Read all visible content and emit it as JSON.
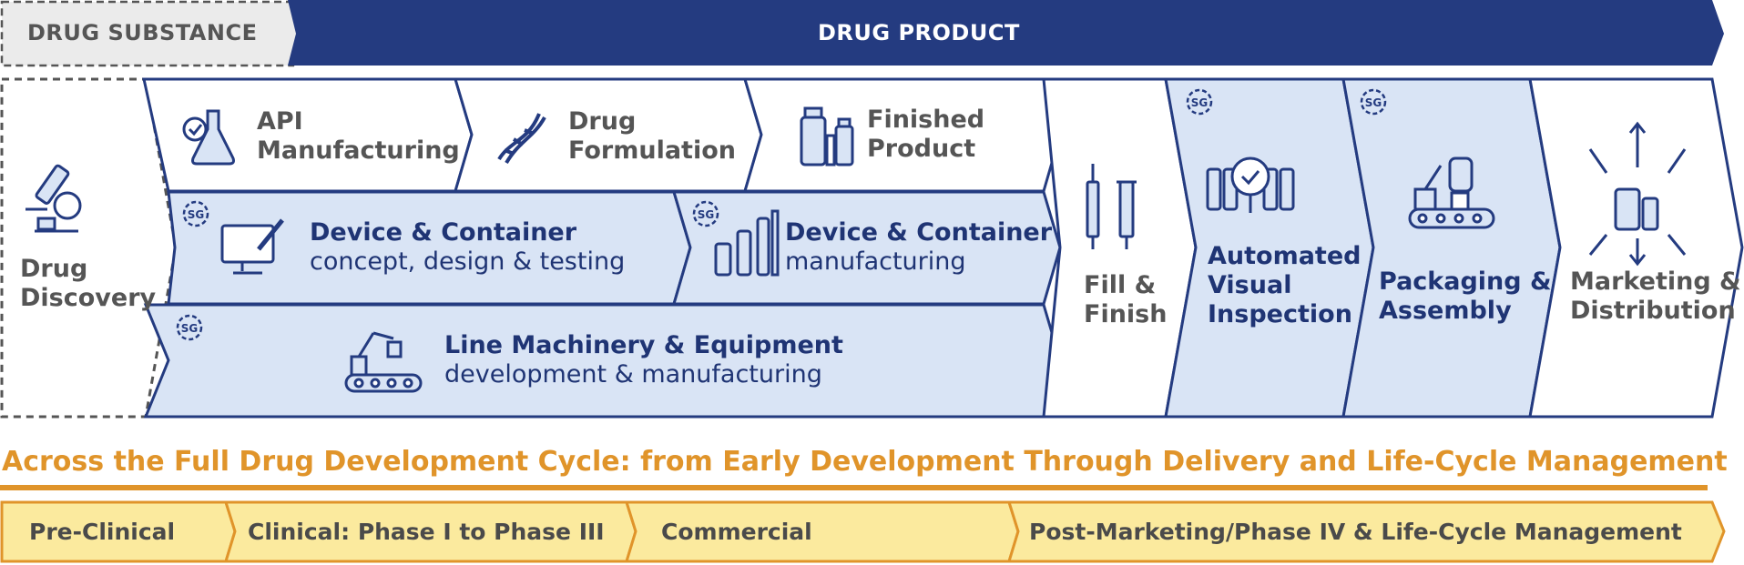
{
  "header": {
    "drug_substance": "DRUG SUBSTANCE",
    "drug_product": "DRUG PRODUCT"
  },
  "stages": {
    "drug_discovery": [
      "Drug",
      "Discovery"
    ],
    "api_manufacturing": [
      "API",
      "Manufacturing"
    ],
    "drug_formulation": [
      "Drug",
      "Formulation"
    ],
    "finished_product": [
      "Finished",
      "Product"
    ],
    "device_container_design": {
      "title": "Device & Container",
      "subtitle": "concept, design & testing"
    },
    "device_container_mfg": {
      "title": "Device & Container",
      "subtitle": "manufacturing"
    },
    "line_machinery": {
      "title": "Line Machinery & Equipment",
      "subtitle": "development & manufacturing"
    },
    "fill_finish": [
      "Fill &",
      "Finish"
    ],
    "automated_visual_inspection": [
      "Automated",
      "Visual",
      "Inspection"
    ],
    "packaging_assembly": [
      "Packaging &",
      "Assembly"
    ],
    "marketing_distribution": [
      "Marketing &",
      "Distribution"
    ]
  },
  "sg_badge": "SG",
  "cycle_title": "Across the Full Drug Development Cycle: from Early Development Through Delivery and Life-Cycle Management",
  "phases": [
    "Pre-Clinical",
    "Clinical: Phase I to Phase III",
    "Commercial",
    "Post-Marketing/Phase IV & Life-Cycle Management"
  ],
  "colors": {
    "navy": "#243b80",
    "light_blue": "#d9e4f5",
    "gray_bg": "#ebebeb",
    "orange": "#e0942a",
    "yellow": "#fbea9e",
    "text_gray": "#555555"
  },
  "icons": [
    "microscope-icon",
    "flask-icon",
    "dna-icon",
    "vials-icon",
    "monitor-pen-icon",
    "containers-icon",
    "robot-arm-conveyor-icon",
    "syringes-icon",
    "magnifier-vials-icon",
    "robot-packaging-icon",
    "distribution-arrows-icon"
  ]
}
